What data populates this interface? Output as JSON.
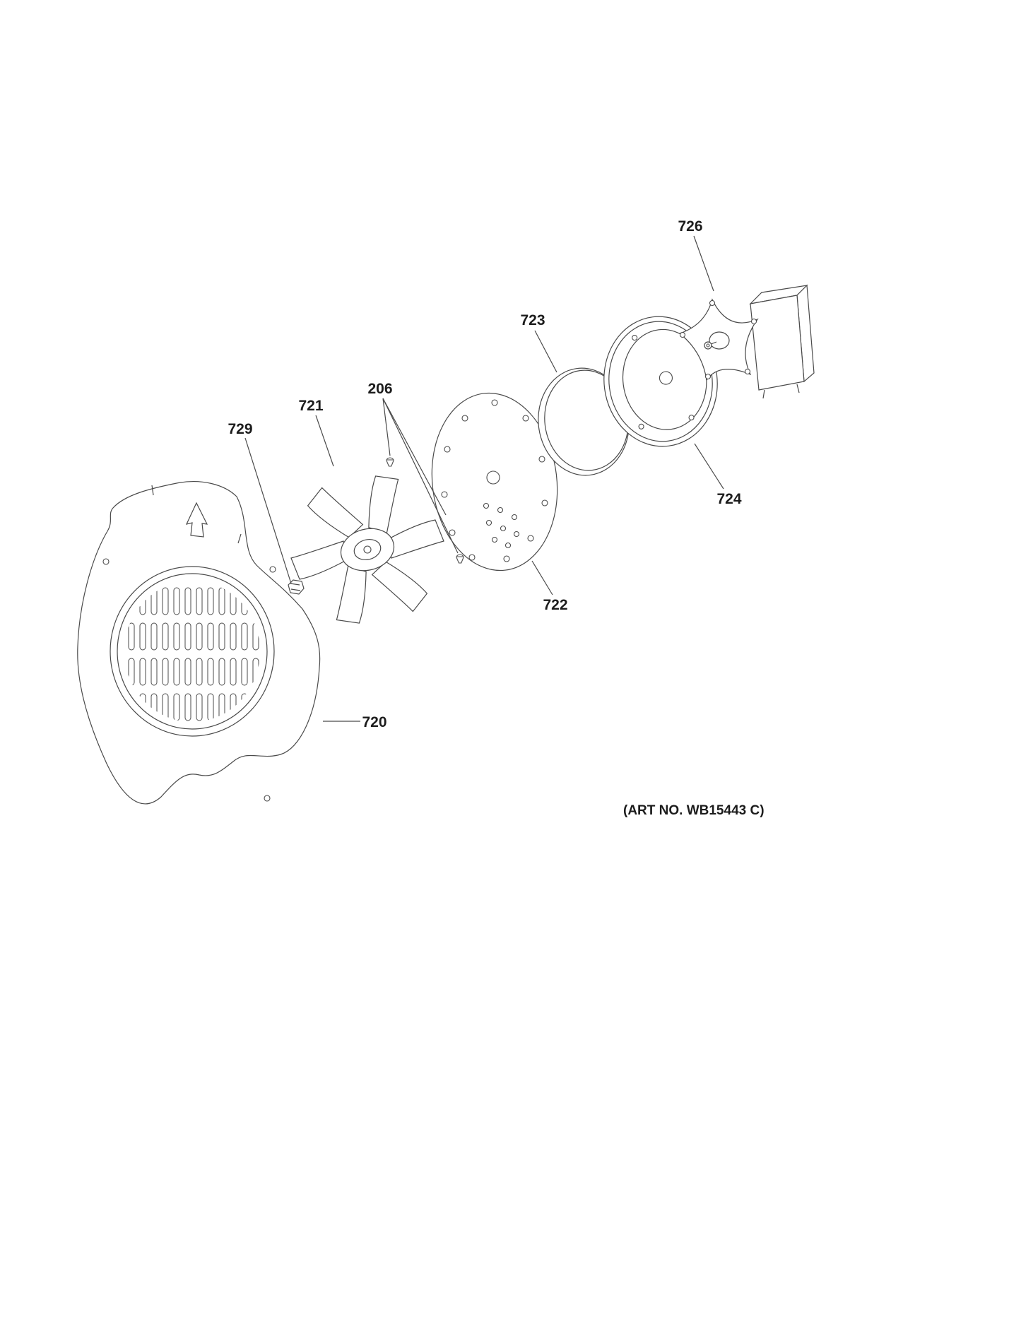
{
  "page": {
    "background_color": "#ffffff",
    "line_color": "#4a4a4a",
    "text_color": "#1c1c1c"
  },
  "diagram": {
    "art_no": "(ART NO. WB15443 C)",
    "callouts": {
      "c720": "720",
      "c721": "721",
      "c722": "722",
      "c723": "723",
      "c724": "724",
      "c726": "726",
      "c729": "729",
      "c206": "206"
    },
    "parts": [
      {
        "label": "720",
        "name": "vented-fan-cover"
      },
      {
        "label": "721",
        "name": "fan-blade"
      },
      {
        "label": "722",
        "name": "baffle-plate"
      },
      {
        "label": "723",
        "name": "gasket-disc"
      },
      {
        "label": "724",
        "name": "fan-housing-ring"
      },
      {
        "label": "726",
        "name": "convection-motor"
      },
      {
        "label": "729",
        "name": "hex-nut"
      },
      {
        "label": "206",
        "name": "screws"
      }
    ]
  }
}
